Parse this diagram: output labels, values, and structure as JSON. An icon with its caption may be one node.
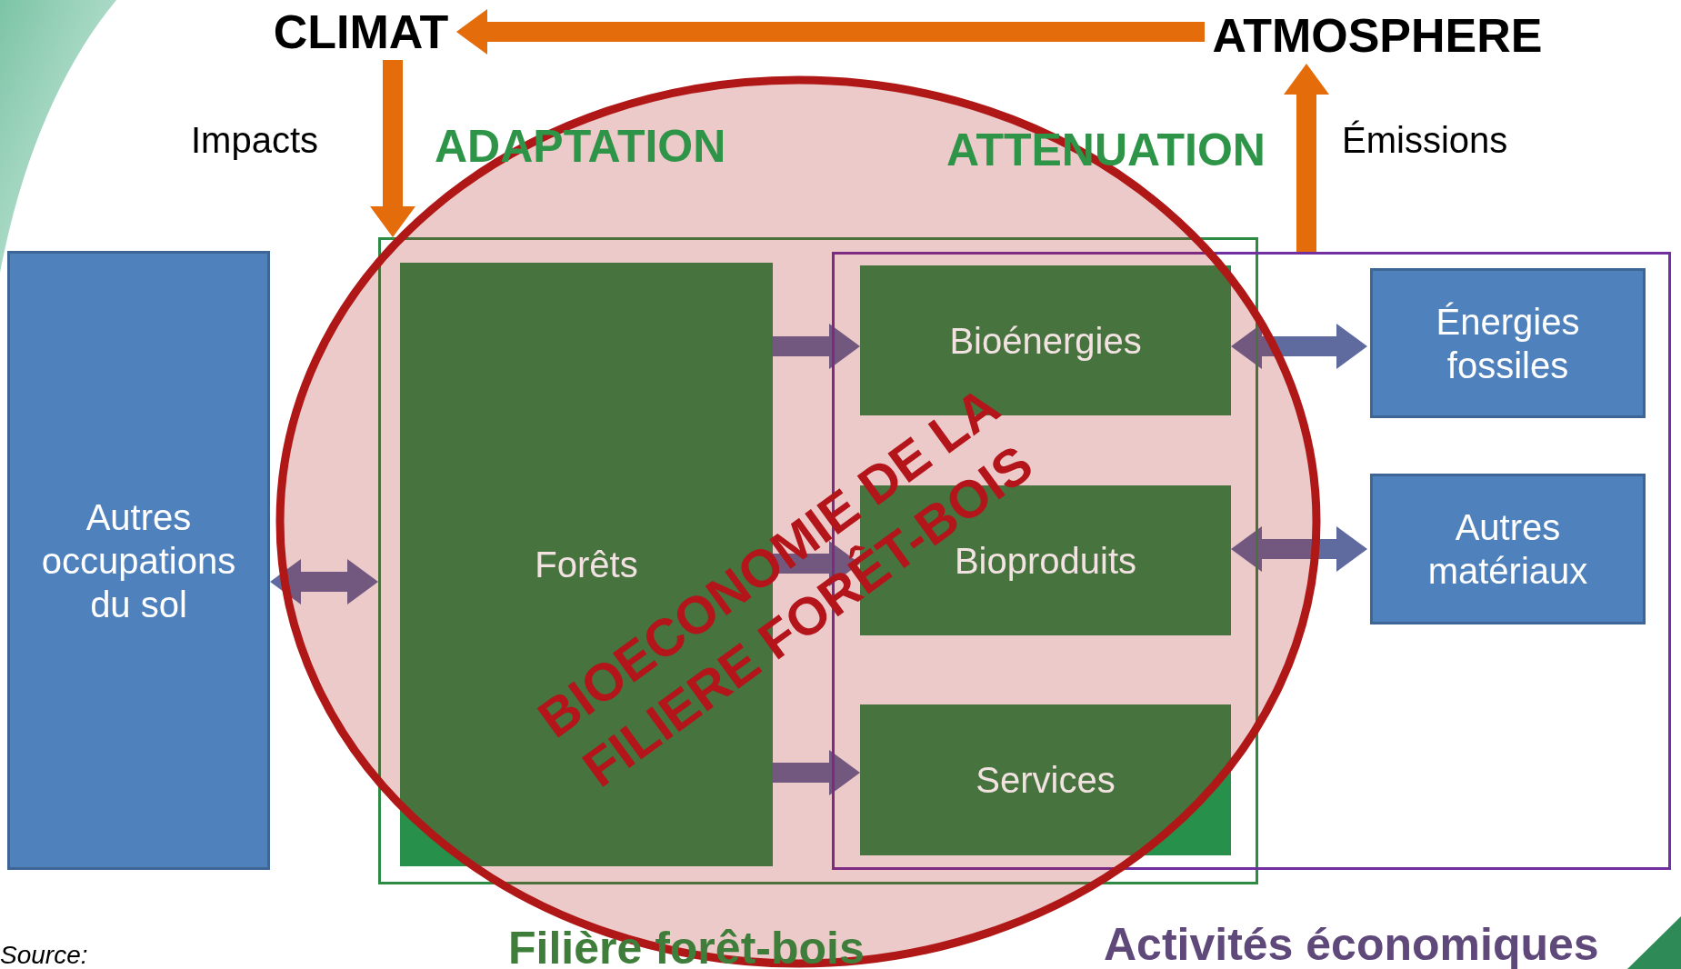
{
  "diagram": {
    "nodes": [
      {
        "text": [
          "CLIMAT"
        ]
      },
      {
        "text": [
          "ATMOSPHERE"
        ]
      },
      {
        "text": [
          "Autres occupations du sol"
        ]
      },
      {
        "text": [
          "Filière forêt-bois"
        ]
      },
      {
        "text": [
          "Forêts"
        ],
        "in": 3
      },
      {
        "text": [
          "Activités économiques"
        ]
      },
      {
        "text": [
          "Bioénergies"
        ]
      },
      {
        "text": [
          "Bioproduits"
        ]
      },
      {
        "text": [
          "Services"
        ]
      },
      {
        "text": [
          "Énergies fossiles"
        ],
        "in": 5
      },
      {
        "text": [
          "Autres matériaux"
        ],
        "in": 5
      }
    ],
    "edges": [
      {
        "from": 1,
        "to": 0,
        "arrow": "to",
        "color": "#e46c0a"
      },
      {
        "from": 0,
        "to": 3,
        "arrow": "to",
        "label": "Impacts",
        "color": "#e46c0a"
      },
      {
        "from": 5,
        "to": 1,
        "arrow": "to",
        "label": "Émissions",
        "color": "#e46c0a"
      },
      {
        "from": 2,
        "to": 3,
        "arrow": "both"
      },
      {
        "from": 4,
        "to": 6,
        "arrow": "to"
      },
      {
        "from": 4,
        "to": 7,
        "arrow": "to"
      },
      {
        "from": 4,
        "to": 8,
        "arrow": "to"
      },
      {
        "from": 6,
        "to": 9,
        "arrow": "both"
      },
      {
        "from": 7,
        "to": 10,
        "arrow": "both"
      }
    ],
    "labels": [
      "ADAPTATION",
      "ATTENUATION",
      "BIOECONOMIE DE LA FILIERE FORÊT-BOIS",
      "Source:"
    ]
  }
}
